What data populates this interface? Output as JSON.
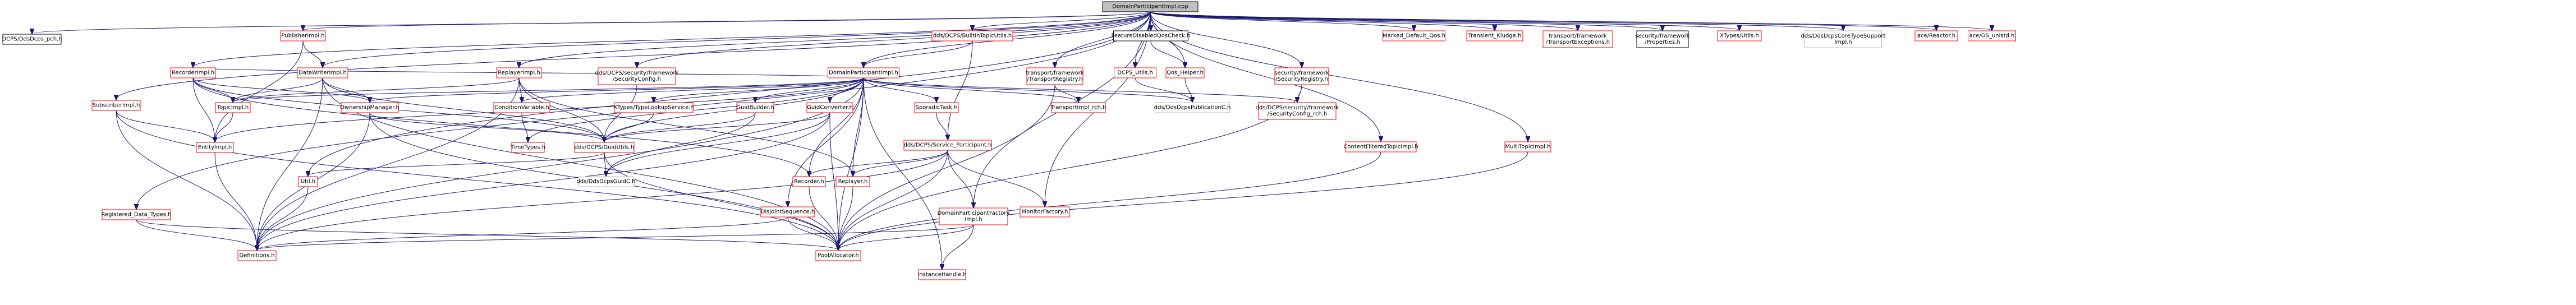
{
  "diagram": {
    "colors": {
      "edge": "#191970",
      "root_fill": "#bfbfbf",
      "root_stroke": "#000000",
      "std_stroke": "#ff0000",
      "ext_stroke": "#000000",
      "gray_stroke": "#bfbfbf"
    },
    "nodes": [
      {
        "id": "root",
        "lines": [
          "DomainParticipantImpl.cpp"
        ],
        "kind": "root"
      },
      {
        "id": "pch",
        "lines": [
          "DCPS/DdsDcps_pch.h"
        ],
        "kind": "ext"
      },
      {
        "id": "pubimpl",
        "lines": [
          "PublisherImpl.h"
        ],
        "kind": "std"
      },
      {
        "id": "builtin",
        "lines": [
          "dds/DCPS/BuiltInTopicUtils.h"
        ],
        "kind": "std"
      },
      {
        "id": "featqos",
        "lines": [
          "FeatureDisabledQosCheck.h"
        ],
        "kind": "ext"
      },
      {
        "id": "mkqos",
        "lines": [
          "Marked_Default_Qos.h"
        ],
        "kind": "std"
      },
      {
        "id": "kludge",
        "lines": [
          "Transient_Kludge.h"
        ],
        "kind": "std"
      },
      {
        "id": "tpexc",
        "lines": [
          "transport/framework",
          "/TransportExceptions.h"
        ],
        "kind": "std"
      },
      {
        "id": "secprop",
        "lines": [
          "security/framework",
          "/Properties.h"
        ],
        "kind": "ext"
      },
      {
        "id": "xtutils",
        "lines": [
          "XTypes/Utils.h"
        ],
        "kind": "std"
      },
      {
        "id": "coresup",
        "lines": [
          "dds/DdsDcpsCoreTypeSupport",
          "Impl.h"
        ],
        "kind": "gray"
      },
      {
        "id": "reactor",
        "lines": [
          "ace/Reactor.h"
        ],
        "kind": "std"
      },
      {
        "id": "osunistd",
        "lines": [
          "ace/OS_unistd.h"
        ],
        "kind": "std"
      },
      {
        "id": "dpimplh",
        "lines": [
          "DomainParticipantImpl.h"
        ],
        "kind": "std"
      },
      {
        "id": "seccfg",
        "lines": [
          "dds/DCPS/security/framework",
          "/SecurityConfig.h"
        ],
        "kind": "std"
      },
      {
        "id": "tpreg",
        "lines": [
          "transport/framework",
          "/TransportRegistry.h"
        ],
        "kind": "std"
      },
      {
        "id": "dcpsutils",
        "lines": [
          "DCPS_Utils.h"
        ],
        "kind": "std"
      },
      {
        "id": "qoshelper",
        "lines": [
          "Qos_Helper.h"
        ],
        "kind": "std"
      },
      {
        "id": "secreg",
        "lines": [
          "security/framework",
          "/SecurityRegistry.h"
        ],
        "kind": "std"
      },
      {
        "id": "recimpl",
        "lines": [
          "RecorderImpl.h"
        ],
        "kind": "std"
      },
      {
        "id": "dwimpl",
        "lines": [
          "DataWriterImpl.h"
        ],
        "kind": "std"
      },
      {
        "id": "repimpl",
        "lines": [
          "ReplayerImpl.h"
        ],
        "kind": "std"
      },
      {
        "id": "subimpl",
        "lines": [
          "SubscriberImpl.h"
        ],
        "kind": "std"
      },
      {
        "id": "topicimpl",
        "lines": [
          "TopicImpl.h"
        ],
        "kind": "std"
      },
      {
        "id": "ownmgr",
        "lines": [
          "OwnershipManager.h"
        ],
        "kind": "std"
      },
      {
        "id": "condvar",
        "lines": [
          "ConditionVariable.h"
        ],
        "kind": "std"
      },
      {
        "id": "tlsvc",
        "lines": [
          "XTypes/TypeLookupService.h"
        ],
        "kind": "std"
      },
      {
        "id": "guidbld",
        "lines": [
          "GuidBuilder.h"
        ],
        "kind": "std"
      },
      {
        "id": "guidconv",
        "lines": [
          "GuidConverter.h"
        ],
        "kind": "std"
      },
      {
        "id": "sporadic",
        "lines": [
          "SporadicTask.h"
        ],
        "kind": "std"
      },
      {
        "id": "tpimplrch",
        "lines": [
          "TransportImpl_rch.h"
        ],
        "kind": "std"
      },
      {
        "id": "pubc",
        "lines": [
          "dds/DdsDcpsPublicationC.h"
        ],
        "kind": "gray"
      },
      {
        "id": "seccfgrch",
        "lines": [
          "dds/DCPS/security/framework",
          "/SecurityConfig_rch.h"
        ],
        "kind": "std"
      },
      {
        "id": "cftopic",
        "lines": [
          "ContentFilteredTopicImpl.h"
        ],
        "kind": "std"
      },
      {
        "id": "mtopic",
        "lines": [
          "MultiTopicImpl.h"
        ],
        "kind": "std"
      },
      {
        "id": "entity",
        "lines": [
          "EntityImpl.h"
        ],
        "kind": "std"
      },
      {
        "id": "timetypes",
        "lines": [
          "TimeTypes.h"
        ],
        "kind": "std"
      },
      {
        "id": "guidutils",
        "lines": [
          "dds/DCPS/GuidUtils.h"
        ],
        "kind": "std"
      },
      {
        "id": "svcpart",
        "lines": [
          "dds/DCPS/Service_Participant.h"
        ],
        "kind": "std"
      },
      {
        "id": "util",
        "lines": [
          "Util.h"
        ],
        "kind": "std"
      },
      {
        "id": "guidc",
        "lines": [
          "dds/DdsDcpsGuidC.h"
        ],
        "kind": "gray"
      },
      {
        "id": "recorder",
        "lines": [
          "Recorder.h"
        ],
        "kind": "std"
      },
      {
        "id": "replayer",
        "lines": [
          "Replayer.h"
        ],
        "kind": "std"
      },
      {
        "id": "disjoint",
        "lines": [
          "DisjointSequence.h"
        ],
        "kind": "std"
      },
      {
        "id": "dpfactory",
        "lines": [
          "DomainParticipantFactory",
          "Impl.h"
        ],
        "kind": "std"
      },
      {
        "id": "monitor",
        "lines": [
          "MonitorFactory.h"
        ],
        "kind": "std"
      },
      {
        "id": "regdt",
        "lines": [
          "Registered_Data_Types.h"
        ],
        "kind": "std"
      },
      {
        "id": "defs",
        "lines": [
          "Definitions.h"
        ],
        "kind": "std"
      },
      {
        "id": "pool",
        "lines": [
          "PoolAllocator.h"
        ],
        "kind": "std"
      },
      {
        "id": "insthandle",
        "lines": [
          "InstanceHandle.h"
        ],
        "kind": "std"
      }
    ]
  }
}
